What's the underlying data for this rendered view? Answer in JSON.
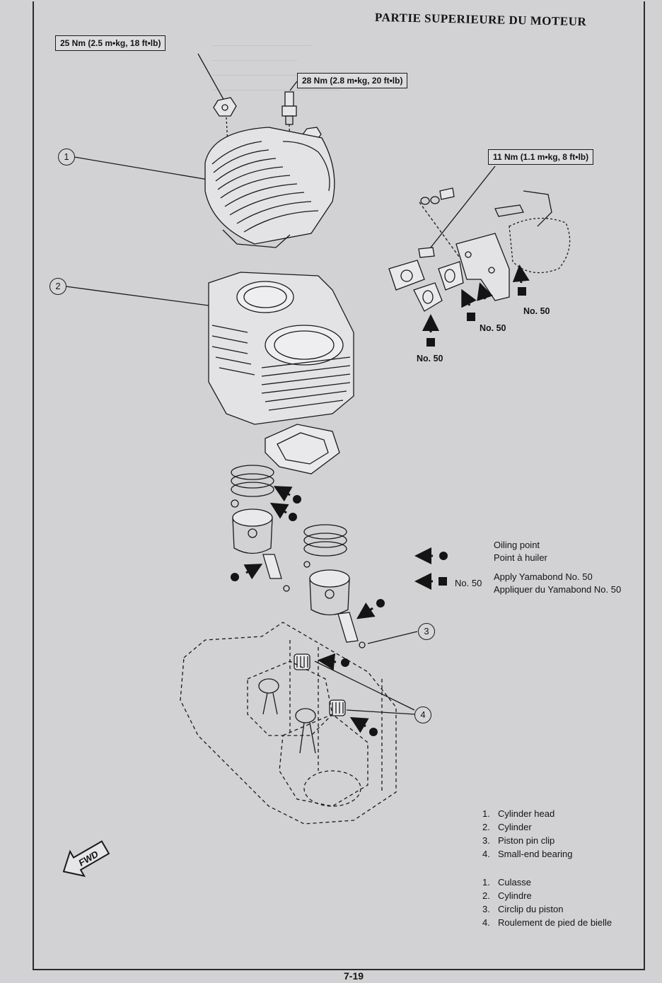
{
  "page": {
    "title": "PARTIE SUPERIEURE DU MOTEUR",
    "page_number": "7-19"
  },
  "torque_specs": [
    {
      "id": "head-nut",
      "text": "25 Nm (2.5 m•kg, 18 ft•lb)"
    },
    {
      "id": "spark-plug",
      "text": "28 Nm (2.8 m•kg, 20 ft•lb)"
    },
    {
      "id": "cover-bolt",
      "text": "11 Nm (1.1 m•kg, 8 ft•lb)"
    }
  ],
  "callouts": [
    "1",
    "2",
    "3",
    "4"
  ],
  "sealant_labels": [
    "No. 50",
    "No. 50",
    "No. 50"
  ],
  "legend": {
    "oiling_en": "Oiling point",
    "oiling_fr": "Point à huiler",
    "sealant_code": "No. 50",
    "sealant_en": "Apply Yamabond No. 50",
    "sealant_fr": "Appliquer du Yamabond No. 50"
  },
  "parts_en": [
    {
      "num": "1.",
      "name": "Cylinder head"
    },
    {
      "num": "2.",
      "name": "Cylinder"
    },
    {
      "num": "3.",
      "name": "Piston pin clip"
    },
    {
      "num": "4.",
      "name": "Small-end bearing"
    }
  ],
  "parts_fr": [
    {
      "num": "1.",
      "name": "Culasse"
    },
    {
      "num": "2.",
      "name": "Cylindre"
    },
    {
      "num": "3.",
      "name": "Circlip du piston"
    },
    {
      "num": "4.",
      "name": "Roulement de pied de bielle"
    }
  ],
  "fwd_badge": "FWD",
  "colors": {
    "paper": "#d2d2d4",
    "ink": "#141414",
    "bleed": "#b9b9bd"
  }
}
